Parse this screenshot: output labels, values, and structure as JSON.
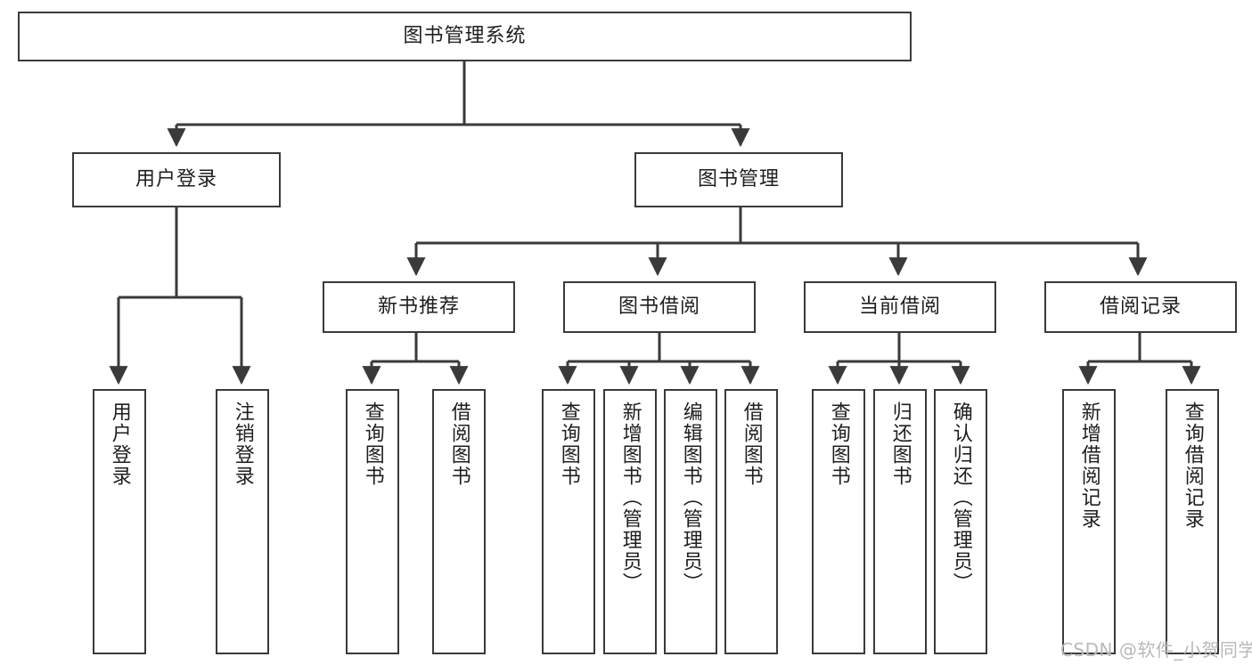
{
  "diagram": {
    "title": "图书管理系统",
    "type": "tree-hierarchy",
    "root": {
      "label": "图书管理系统"
    },
    "level1": [
      {
        "label": "用户登录"
      },
      {
        "label": "图书管理"
      }
    ],
    "level2": [
      {
        "label": "新书推荐"
      },
      {
        "label": "图书借阅"
      },
      {
        "label": "当前借阅"
      },
      {
        "label": "借阅记录"
      }
    ],
    "leaves": {
      "user_login": [
        {
          "label": "用户登录"
        },
        {
          "label": "注销登录"
        }
      ],
      "new_book_recommend": [
        {
          "label": "查询图书"
        },
        {
          "label": "借阅图书"
        }
      ],
      "book_borrow": [
        {
          "label": "查询图书"
        },
        {
          "label": "新增图书（管理员）"
        },
        {
          "label": "编辑图书（管理员）"
        },
        {
          "label": "借阅图书"
        }
      ],
      "current_borrow": [
        {
          "label": "查询图书"
        },
        {
          "label": "归还图书"
        },
        {
          "label": "确认归还（管理员）"
        }
      ],
      "borrow_record": [
        {
          "label": "新增借阅记录"
        },
        {
          "label": "查询借阅记录"
        }
      ]
    }
  },
  "watermark": {
    "text": "CSDN @软件_小贺同学"
  },
  "colors": {
    "stroke": "#3a3a3a",
    "fill": "#ffffff",
    "text": "#1e1e1e",
    "watermark": "#b9b9b9"
  }
}
